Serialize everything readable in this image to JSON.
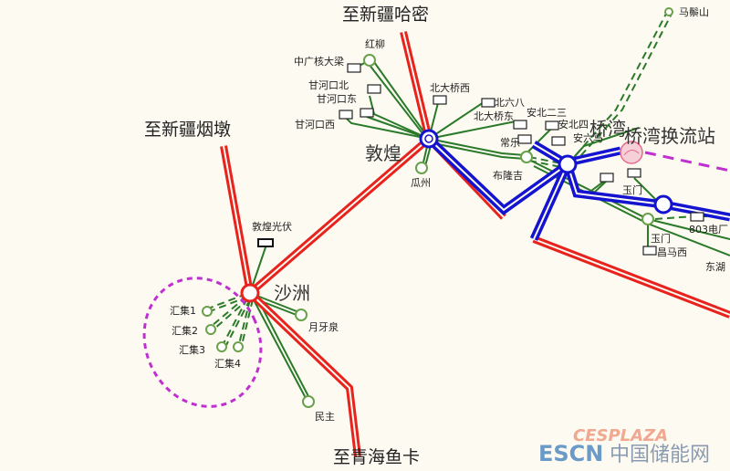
{
  "lines": {
    "to_hami": "至新疆哈密",
    "to_yandun": "至新疆烟墩",
    "to_yuka": "至青海鱼卡"
  },
  "substations": {
    "dunhuang": "敦煌",
    "shazhou": "沙洲",
    "qiaowan": "桥湾",
    "qiaowan_converter": "桥湾换流站"
  },
  "stations": {
    "hongliu": "红柳",
    "zhongguang": "中广核大梁",
    "ganhekou_bei": "甘河口北",
    "ganhekou_dong": "甘河口东",
    "ganhekou_xi": "甘河口西",
    "beidaqiao_xi": "北大桥西",
    "beiliuba": "北六八",
    "beidaqiao_dong": "北大桥东",
    "anbei23": "安北二三",
    "anbei4": "安北四",
    "anliuma": "安六马",
    "changle": "常乐",
    "bulongji": "布隆吉",
    "guazhou": "瓜州",
    "mazongshan": "马鬃山",
    "yumen1": "玉门",
    "yumen2": "玉门",
    "changmaxi": "昌马西",
    "plant803": "803电厂",
    "donghu": "东湖",
    "dunhuang_pv": "敦煌光伏",
    "yueyaquan": "月牙泉",
    "minzhu": "民主",
    "huiji1": "汇集1",
    "huiji2": "汇集2",
    "huiji3": "汇集3",
    "huiji4": "汇集4"
  },
  "watermark": {
    "logo": "ESCN",
    "text": "中国储能网",
    "sub": "CESPLAZA"
  },
  "colors": {
    "line_750kv": "#e8231e",
    "line_dc": "#1414d0",
    "line_330kv": "#2a7a2a",
    "boundary": "#c030d0"
  }
}
